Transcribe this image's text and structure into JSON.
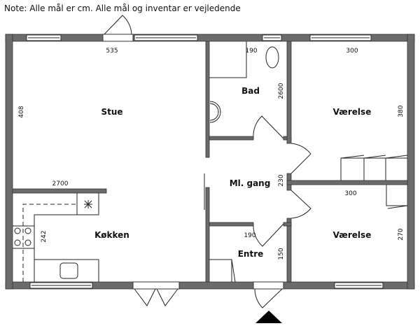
{
  "note": "Note: Alle mål er cm. Alle mål og inventar er vejledende",
  "rooms": {
    "stue": "Stue",
    "kokken": "Køkken",
    "bad": "Bad",
    "vaerelse1": "Værelse",
    "vaerelse2": "Værelse",
    "gang": "Ml. gang",
    "entre": "Entre"
  },
  "dims": {
    "stue_w": "535",
    "stue_h": "408",
    "kitchen_w": "2700",
    "kitchen_h": "242",
    "bad_w": "190",
    "bad_h": "2600",
    "v1_w": "300",
    "v1_h": "380",
    "gang_h": "230",
    "v2_w": "300",
    "v2_h": "270",
    "entre_w": "190",
    "entre_h": "150"
  },
  "colors": {
    "wall": "#6b6b6b"
  }
}
